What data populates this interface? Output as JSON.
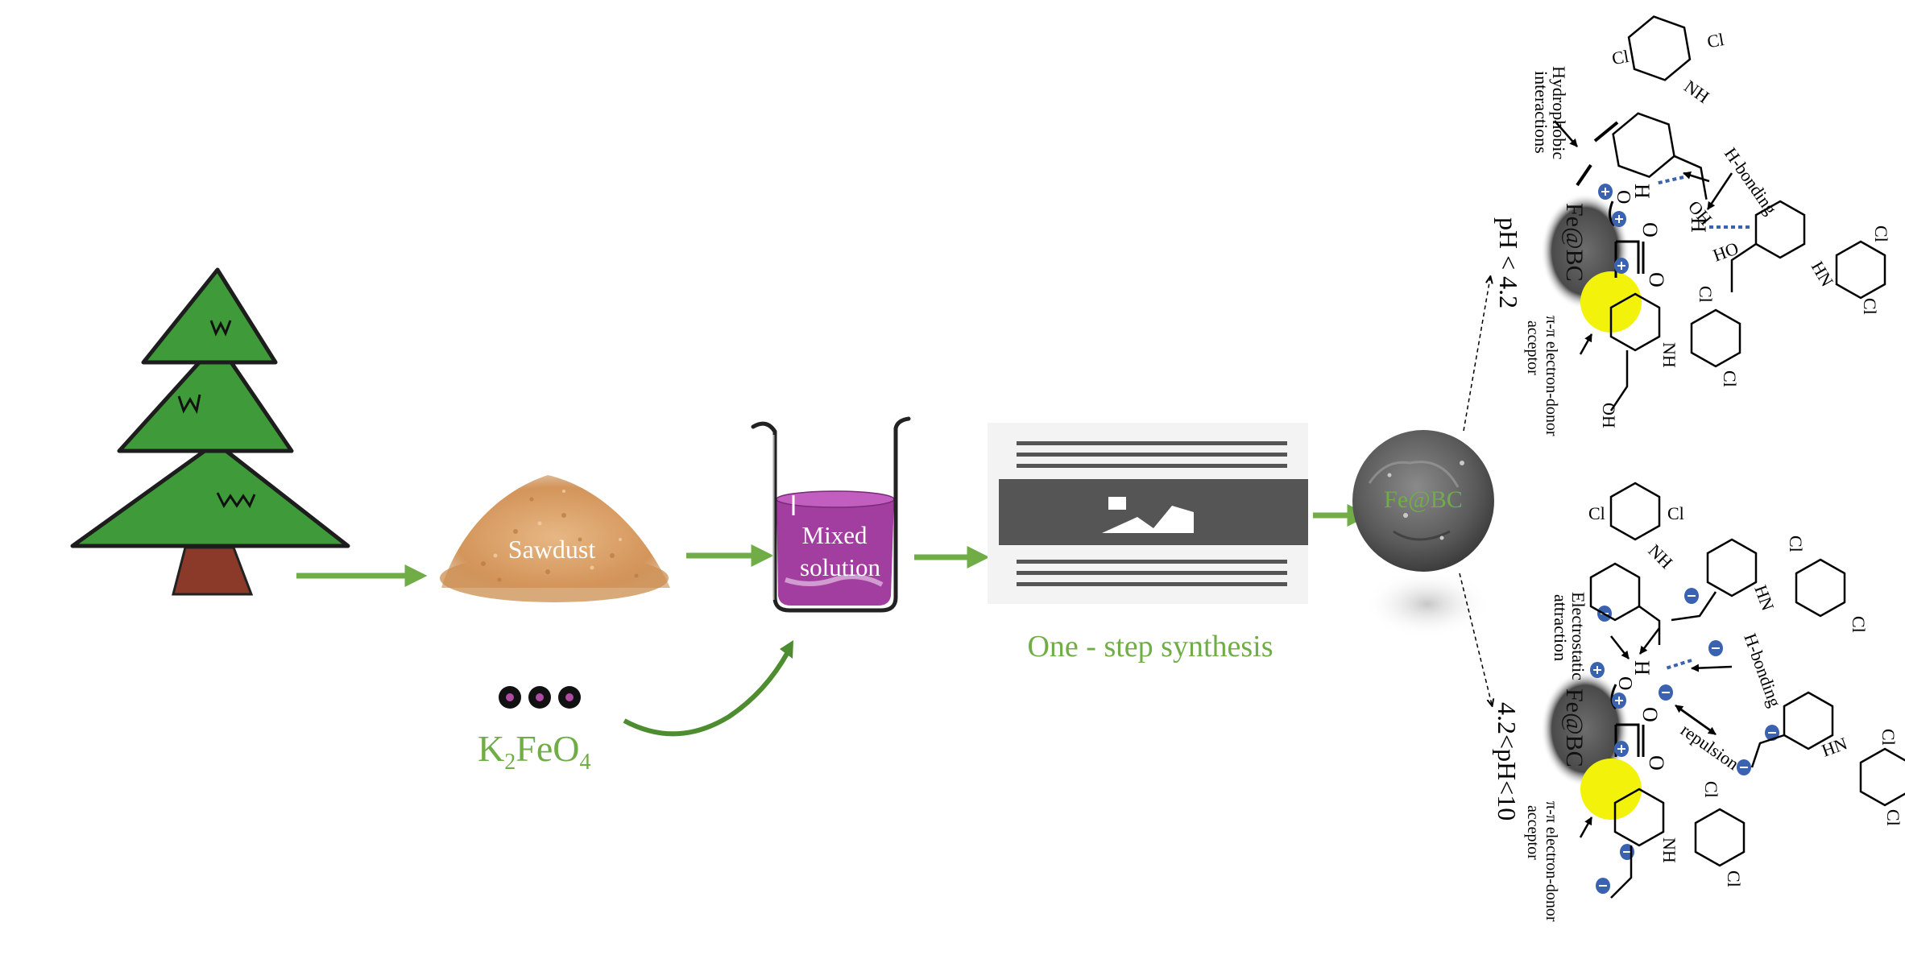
{
  "labels": {
    "sawdust": "Sawdust",
    "mixed_line1": "Mixed",
    "mixed_line2": "solution",
    "k2feo4_k": "K",
    "k2feo4_sub2": "2",
    "k2feo4_feo": "FeO",
    "k2feo4_sub4": "4",
    "synthesis": "One - step synthesis",
    "febc_center": "Fe@BC",
    "febc_top": "Fe@BC",
    "febc_bottom": "Fe@BC",
    "ph_low": "pH < 4.2",
    "ph_mid": "4.2<pH<10",
    "hydrophobic_line1": "Hydrophobic",
    "hydrophobic_line2": "interactions",
    "hbond_top": "H-bonding",
    "hbond_bottom": "H-bonding",
    "pipi_top_line1": "π-π electron-donor",
    "pipi_top_line2": "acceptor",
    "pipi_bottom_line1": "π-π electron-donor",
    "pipi_bottom_line2": "acceptor",
    "electrostatic_line1": "Electrostatic",
    "electrostatic_line2": "attraction",
    "repulsion": "repulsion",
    "atom_cl": "Cl",
    "atom_nh": "NH",
    "atom_hn": "HN",
    "atom_o": "O",
    "atom_oh": "OH",
    "atom_ho": "HO",
    "atom_h": "H"
  },
  "colors": {
    "green_arrow": "#70ad47",
    "label_green": "#70ad47",
    "tree_green": "#3f9a3a",
    "trunk": "#8b3a2a",
    "sawdust": "#d9a066",
    "solution": "#a33ea1",
    "device_dark": "#555555",
    "yellow": "#f2f20a",
    "bead": "#8b1d78",
    "charge_blue": "#3a62b0"
  },
  "icons": [
    "tree-icon",
    "sawdust-pile-icon",
    "beaker-icon",
    "furnace-icon",
    "biochar-particle-icon",
    "potassium-ferrate-beads-icon",
    "diclofenac-molecule-icon"
  ]
}
